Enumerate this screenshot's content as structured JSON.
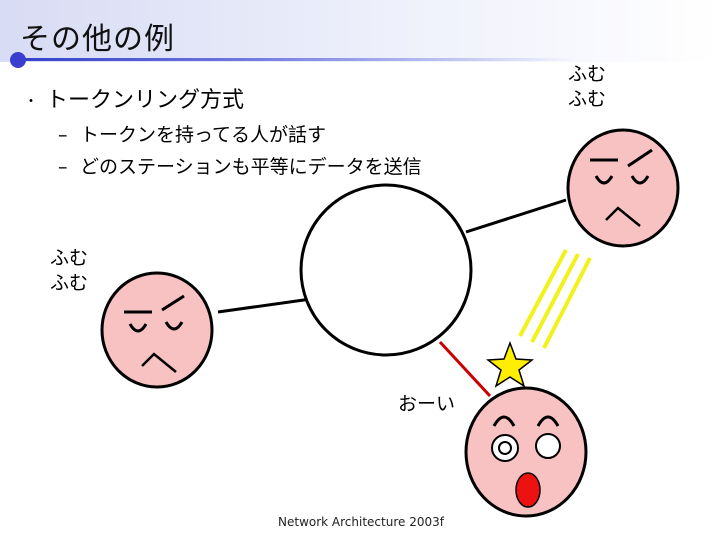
{
  "slide": {
    "title": "その他の例",
    "bullet": {
      "marker": "・",
      "text": "トークンリング方式",
      "subitems": [
        {
          "marker": "–",
          "text": "トークンを持ってる人が話す"
        },
        {
          "marker": "–",
          "text": "どのステーションも平等にデータを送信"
        }
      ]
    },
    "speech_top_right": [
      "ふむ",
      "ふむ"
    ],
    "speech_left": [
      "ふむ",
      "ふむ"
    ],
    "speech_caller": "おーい",
    "footer": "Network Architecture 2003f"
  },
  "colors": {
    "face_fill": "#f8c2c2",
    "ring_stroke": "#000000",
    "token_line": "#cc0000",
    "star_fill": "#ffee00",
    "rays": "#f2f21a",
    "title_accent": "#3a3ecf"
  },
  "icons": [
    "face-neutral-icon",
    "face-neutral-icon",
    "face-surprised-icon",
    "star-icon"
  ]
}
